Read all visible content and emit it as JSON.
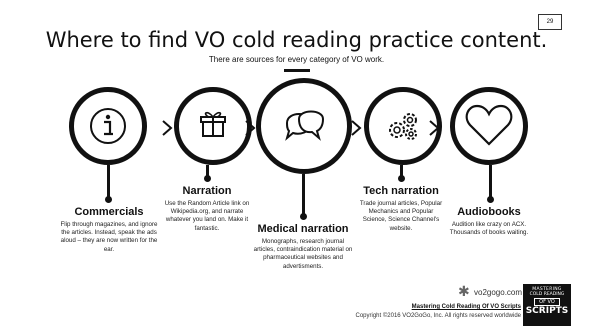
{
  "slide": {
    "page_number": "29",
    "title": "Where to find VO cold reading practice content.",
    "subtitle": "There are sources for every category of VO work."
  },
  "categories": [
    {
      "icon": "info-icon",
      "title": "Commercials",
      "text": "Flip through magazines, and ignore the articles. Instead, speak the ads aloud – they are now written for the ear."
    },
    {
      "icon": "gift-icon",
      "title": "Narration",
      "text": "Use the Random Article link on Wikipedia.org, and narrate whatever you land on. Make it fantastic."
    },
    {
      "icon": "speech-bubbles-icon",
      "title": "Medical narration",
      "text": "Monographs, research journal articles, contraindication material on pharmaceutical websites and advertisments."
    },
    {
      "icon": "gears-icon",
      "title": "Tech narration",
      "text": "Trade journal articles, Popular Mechanics and Popular Science, Science Channel's website."
    },
    {
      "icon": "heart-icon",
      "title": "Audiobooks",
      "text": "Audition like crazy on ACX. Thousands of books waiting."
    }
  ],
  "footer": {
    "brand": "vo2gogo.com",
    "title": "Mastering Cold Reading Of VO Scripts",
    "copyright": "Copyright ©2016 VO2GoGo, Inc. All rights reserved worldwide",
    "logo_line1": "MASTERING",
    "logo_line2": "COLD READING",
    "logo_line3": "OF VO",
    "logo_line4": "SCRIPTS"
  },
  "colors": {
    "ink": "#111111",
    "background": "#ffffff"
  }
}
